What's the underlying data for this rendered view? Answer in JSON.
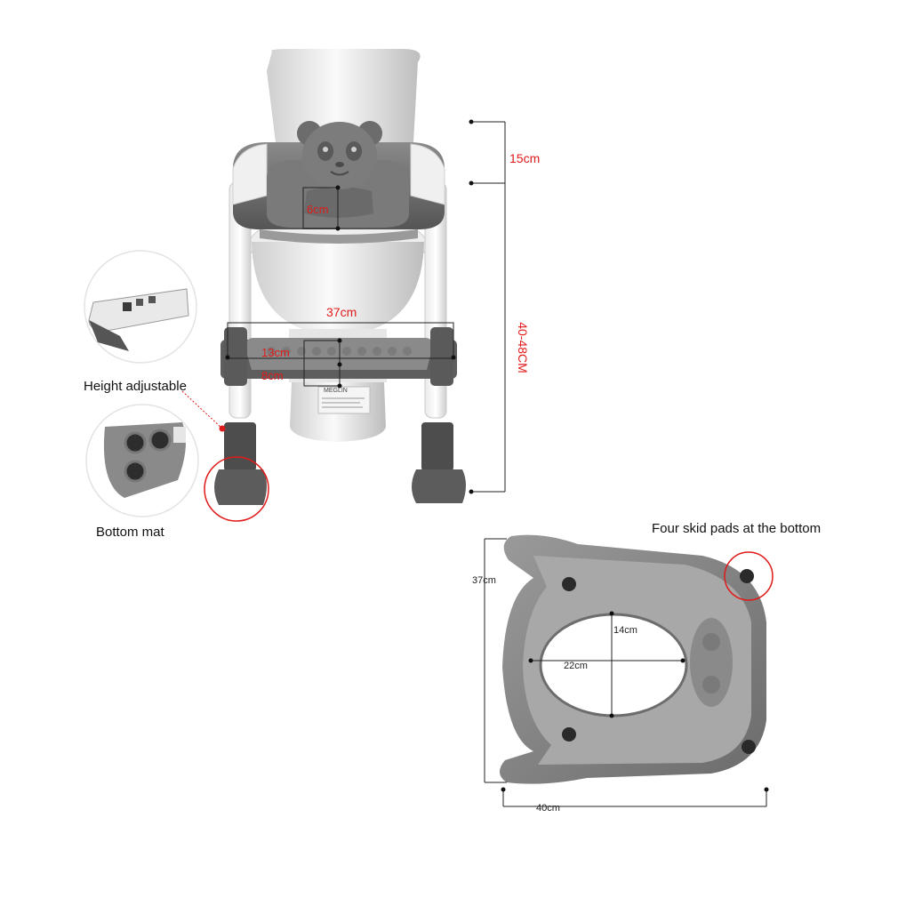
{
  "product_top": {
    "dims": {
      "height_top": "15cm",
      "width_inner": "6cm",
      "height_total": "40-48CM",
      "step_width": "37cm",
      "step_depth": "13cm",
      "step_height": "8cm"
    }
  },
  "callouts": {
    "height_adjustable": "Height adjustable",
    "bottom_mat": "Bottom mat",
    "skid_pads": "Four skid pads at the bottom"
  },
  "product_bottom": {
    "dims": {
      "length": "37cm",
      "width": "40cm",
      "opening_depth": "14cm",
      "opening_width": "22cm"
    }
  },
  "label_brand": "MEGLIN"
}
